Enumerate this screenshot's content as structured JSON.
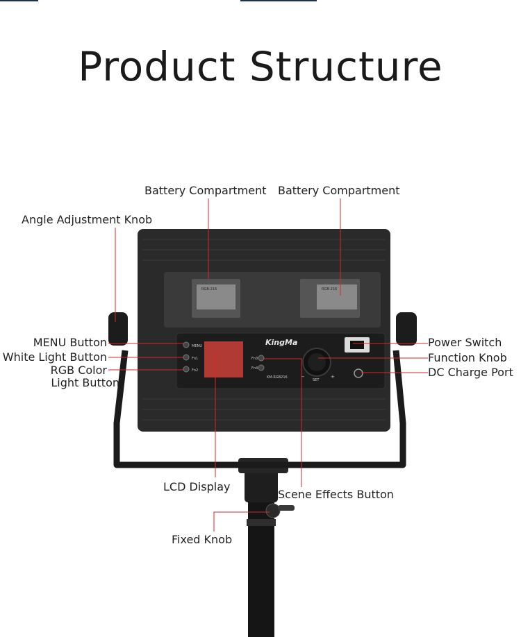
{
  "title": "Product Structure",
  "labels": {
    "battery_left": "Battery Compartment",
    "battery_right": "Battery Compartment",
    "angle_knob": "Angle Adjustment Knob",
    "menu_button": "MENU Button",
    "white_light_button": "White Light Button",
    "rgb_color_line1": "RGB Color",
    "rgb_color_line2": "Light Button",
    "lcd_display": "LCD Display",
    "scene_effects_button": "Scene Effects Button",
    "fixed_knob": "Fixed Knob",
    "power_switch": "Power Switch",
    "function_knob": "Function Knob",
    "dc_charge_port": "DC Charge Port"
  },
  "device": {
    "brand": "KingMa",
    "model": "KM-RGB216",
    "button_menu": "MENU",
    "button_fn1": "Fn1",
    "button_fn2": "Fn2",
    "button_fn3": "Fn3",
    "button_fn4": "Fn4",
    "battery_tag": "RGB-216",
    "knob_set": "SET",
    "knob_minus": "−",
    "knob_plus": "+"
  },
  "colors": {
    "leader_line": "#d9262c",
    "body": "#2a2a2a",
    "panel": "#1c1c1c",
    "lcd": "#b23a35"
  }
}
